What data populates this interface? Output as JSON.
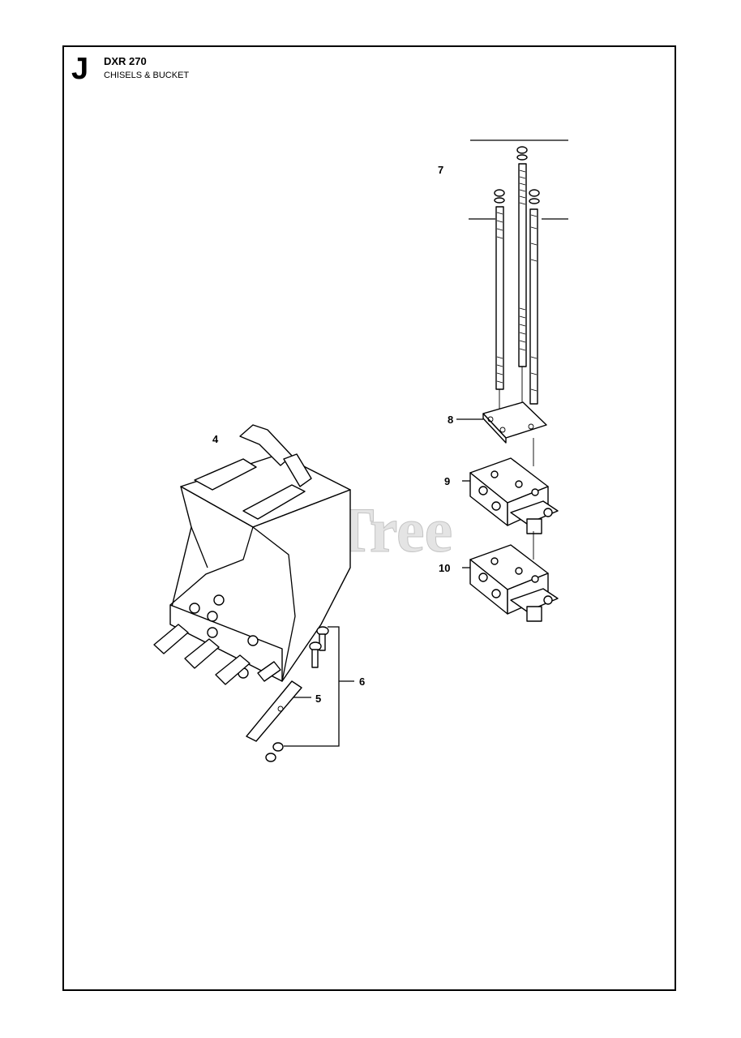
{
  "header": {
    "section_letter": "J",
    "model": "DXR 270",
    "title": "CHISELS & BUCKET"
  },
  "watermark": "PartsTree",
  "callouts": [
    {
      "id": "label-4",
      "text": "4"
    },
    {
      "id": "label-5",
      "text": "5"
    },
    {
      "id": "label-6",
      "text": "6"
    },
    {
      "id": "label-7",
      "text": "7"
    },
    {
      "id": "label-8",
      "text": "8"
    },
    {
      "id": "label-9",
      "text": "9"
    },
    {
      "id": "label-10",
      "text": "10"
    }
  ]
}
